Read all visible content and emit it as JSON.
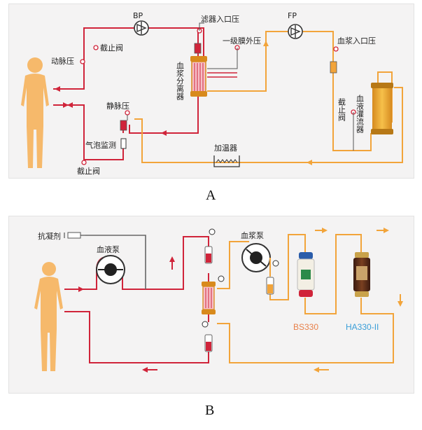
{
  "panel_a": {
    "label": "A",
    "labels": {
      "bp": "BP",
      "fp": "FP",
      "filter_inlet_pressure": "滤器入口压",
      "clamp_top": "截止阀",
      "arterial_pressure": "动脉压",
      "primary_tmp": "一级膜外压",
      "plasma_separator": "血浆分离器",
      "plasma_inlet_pressure": "血浆入口压",
      "venous_pressure": "静脉压",
      "bubble_monitor": "气泡监测",
      "clamp_bottom": "截止阀",
      "warmer": "加温器",
      "clamp_right": "截止阀",
      "perfusion_device": "血液灌流器"
    }
  },
  "panel_b": {
    "label": "B",
    "labels": {
      "anticoagulant": "抗凝剂",
      "blood_pump": "血液泵",
      "plasma_pump": "血浆泵",
      "bs330": "BS330",
      "ha330": "HA330-II"
    }
  },
  "colors": {
    "blood": "#d0243a",
    "plasma": "#f2a43a",
    "skin": "#f6b96b",
    "gray_line": "#555555",
    "bs_label": "#e8804a",
    "ha_label": "#3a9ed8"
  }
}
